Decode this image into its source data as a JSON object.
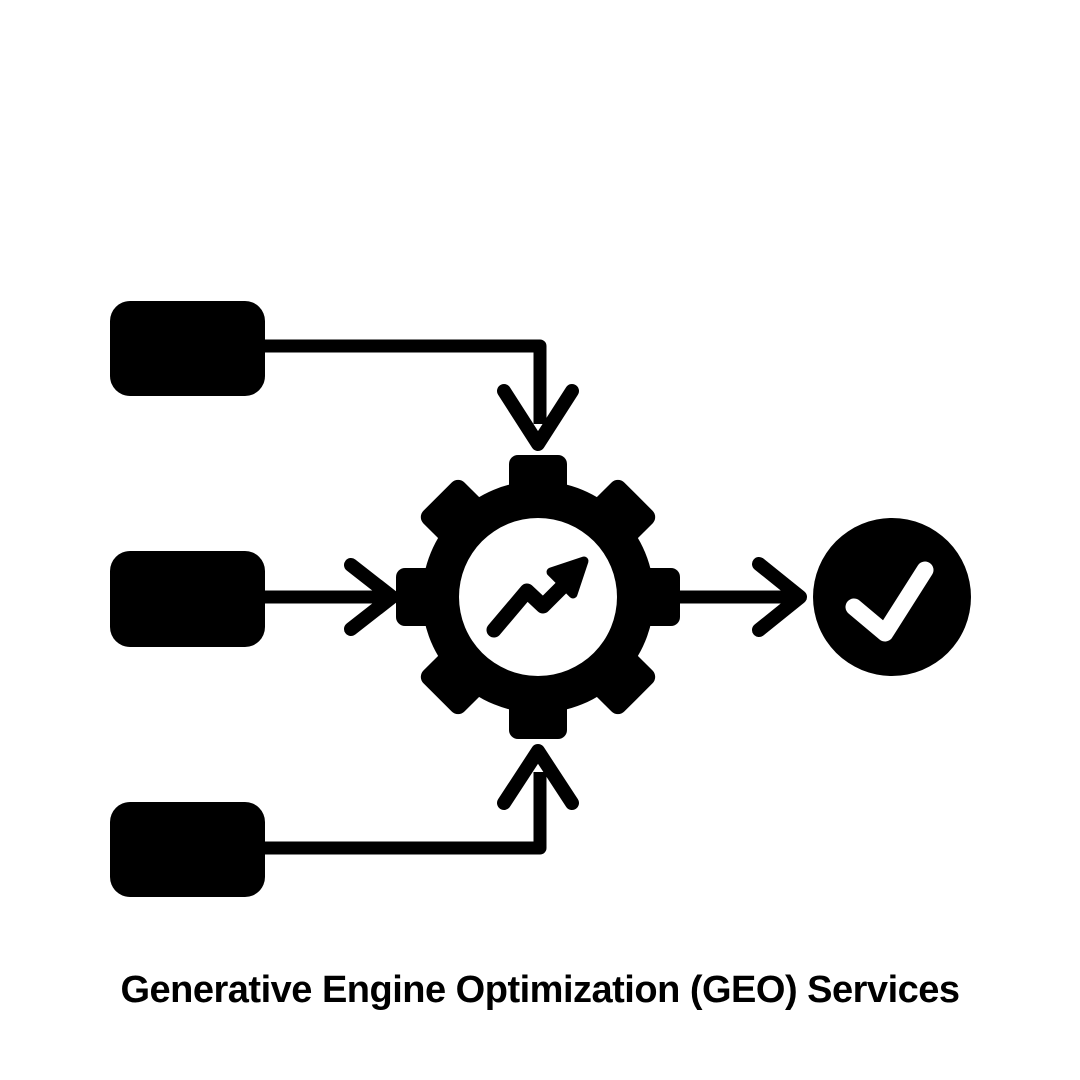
{
  "title": "Generative Engine Optimization (GEO) Services",
  "colors": {
    "foreground": "#000000",
    "background": "#ffffff",
    "check_glyph": "#ffffff"
  },
  "diagram": {
    "type": "flow",
    "nodes": [
      {
        "id": "input-top",
        "shape": "rounded-rectangle",
        "label": ""
      },
      {
        "id": "input-middle",
        "shape": "rounded-rectangle",
        "label": ""
      },
      {
        "id": "input-bottom",
        "shape": "rounded-rectangle",
        "label": ""
      },
      {
        "id": "process",
        "icon": "gear-growth-chart-icon",
        "label": ""
      },
      {
        "id": "result",
        "icon": "checkmark-circle-icon",
        "label": ""
      }
    ],
    "edges": [
      {
        "from": "input-top",
        "to": "process",
        "style": "elbow-arrow-down"
      },
      {
        "from": "input-middle",
        "to": "process",
        "style": "straight-arrow-right"
      },
      {
        "from": "input-bottom",
        "to": "process",
        "style": "elbow-arrow-up"
      },
      {
        "from": "process",
        "to": "result",
        "style": "straight-arrow-right"
      }
    ]
  }
}
